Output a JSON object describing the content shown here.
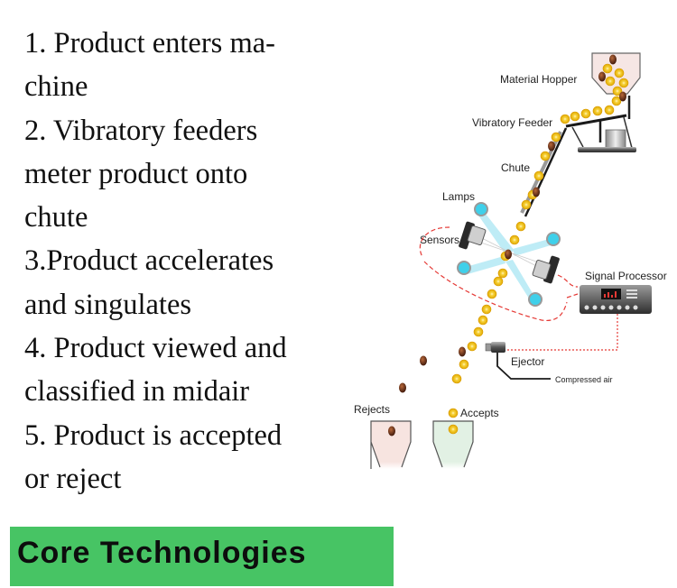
{
  "steps": [
    "1. Product enters ma-",
    "chine",
    "2. Vibratory feeders",
    "meter product onto",
    "chute",
    "3.Product accelerates",
    "and singulates",
    "4. Product viewed and",
    "classified in midair",
    "5. Product is accepted",
    "or reject"
  ],
  "banner": {
    "label": "Core Technologies",
    "color": "#47c464"
  },
  "diagram": {
    "labels": {
      "material_hopper": "Material Hopper",
      "vibratory_feeder": "Vibratory Feeder",
      "chute": "Chute",
      "lamps": "Lamps",
      "sensors": "Sensors",
      "signal_processor": "Signal Processor",
      "ejector": "Ejector",
      "compressed_air": "Compressed air",
      "rejects": "Rejects",
      "accepts": "Accepts"
    },
    "colors": {
      "good_product": "#f3c21a",
      "bad_product": "#7a3b1c",
      "signal_line": "#e53935",
      "light_beam": "#7fd6ec",
      "reject_bin": "#f7e4e0",
      "accept_bin": "#e2f1e4"
    }
  }
}
